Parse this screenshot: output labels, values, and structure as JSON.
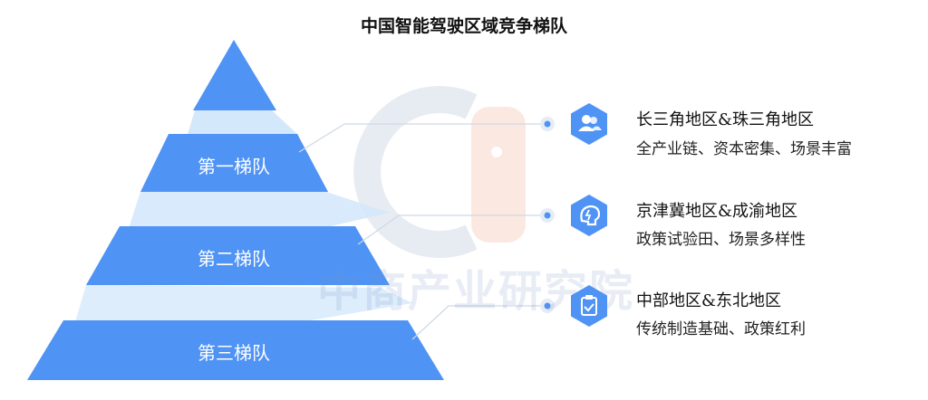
{
  "title": "中国智能驾驶区域竞争梯队",
  "watermark": "中商产业研究院",
  "tiers": [
    {
      "label": "第一梯队"
    },
    {
      "label": "第二梯队"
    },
    {
      "label": "第三梯队"
    }
  ],
  "items": [
    {
      "title": "长三角地区&珠三角地区",
      "desc": "全产业链、资本密集、场景丰富",
      "icon": "users-icon"
    },
    {
      "title": "京津冀地区&成渝地区",
      "desc": "政策试验田、场景多样性",
      "icon": "brain-icon"
    },
    {
      "title": "中部地区&东北地区",
      "desc": "传统制造基础、政策红利",
      "icon": "clipboard-check-icon"
    }
  ],
  "colors": {
    "tier_fill": "#4f93f5",
    "band_fill": "#d4e8fb",
    "icon_fill": "#4f93f5",
    "line": "#cfd8e6"
  }
}
